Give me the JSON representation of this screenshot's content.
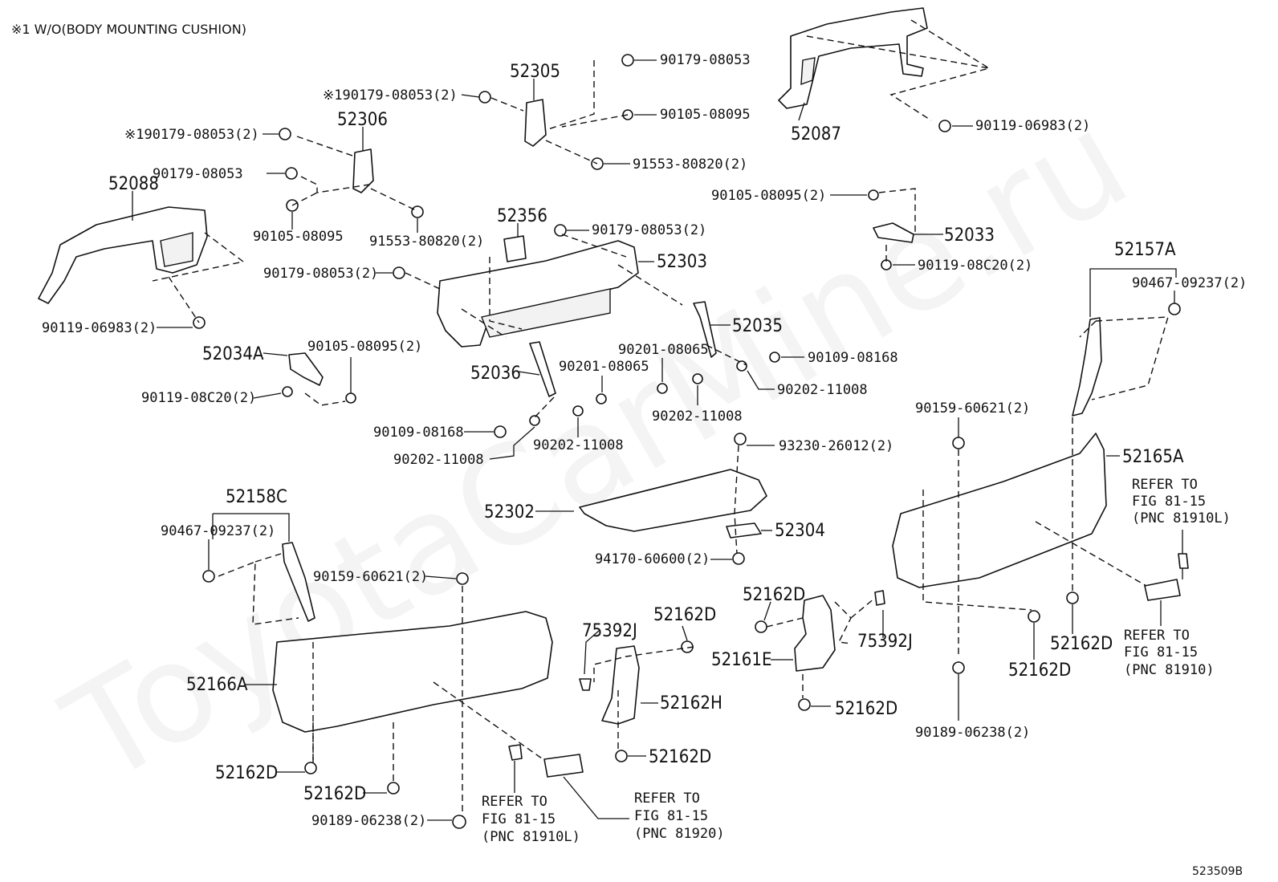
{
  "header_note": "※1 W/O(BODY MOUNTING CUSHION)",
  "figure_code": "523509B",
  "watermark": "ToyotaCarMine.ru",
  "labels": {
    "l52087": "52087",
    "l90119a": "90119-06983(2)",
    "l52305": "52305",
    "l90179a": "90179-08053",
    "l90105a": "90105-08095",
    "l91553a": "91553-80820(2)",
    "l90179b": "※190179-08053(2)",
    "l52306": "52306",
    "l90179c": "※190179-08053(2)",
    "l90179d": "90179-08053",
    "l52088": "52088",
    "l90105b": "90105-08095",
    "l91553b": "91553-80820(2)",
    "l52356": "52356",
    "l90179e": "90179-08053(2)",
    "l90179f": "90179-08053(2)",
    "l52303": "52303",
    "l90105c": "90105-08095(2)",
    "l52033": "52033",
    "l90119b": "90119-08C20(2)",
    "l52157A": "52157A",
    "l90467a": "90467-09237(2)",
    "l90119c": "90119-06983(2)",
    "l52035": "52035",
    "l52034A": "52034A",
    "l90105d": "90105-08095(2)",
    "l90201a": "90201-08065",
    "l90109a": "90109-08168",
    "l90119d": "90119-08C20(2)",
    "l52036": "52036",
    "l90201b": "90201-08065",
    "l90202a": "90202-11008",
    "l90202b": "90202-11008",
    "l90159a": "90159-60621(2)",
    "l90109b": "90109-08168",
    "l90202c": "90202-11008",
    "l90202d": "90202-11008",
    "l93230": "93230-26012(2)",
    "l52165A": "52165A",
    "l52302": "52302",
    "l52304": "52304",
    "l52158C": "52158C",
    "l90467b": "90467-09237(2)",
    "l94170": "94170-60600(2)",
    "l90159b": "90159-60621(2)",
    "l52162Da": "52162D",
    "l52162Db": "52162D",
    "l75392Ja": "75392J",
    "l75392Jb": "75392J",
    "l52161E": "52161E",
    "l52166A": "52166A",
    "l52162H": "52162H",
    "l52162Dc": "52162D",
    "l52162Dd": "52162D",
    "l52162De": "52162D",
    "l52162Df": "52162D",
    "l52162Dg": "52162D",
    "l52162Dh": "52162D",
    "l90189a": "90189-06238(2)",
    "l90189b": "90189-06238(2)"
  },
  "refers": {
    "r1": [
      "REFER TO",
      "FIG 81-15",
      "(PNC 81910L)"
    ],
    "r2": [
      "REFER TO",
      "FIG 81-15",
      "(PNC 81910)"
    ],
    "r3": [
      "REFER TO",
      "FIG 81-15",
      "(PNC 81910L)"
    ],
    "r4": [
      "REFER TO",
      "FIG 81-15",
      "(PNC 81920)"
    ]
  }
}
